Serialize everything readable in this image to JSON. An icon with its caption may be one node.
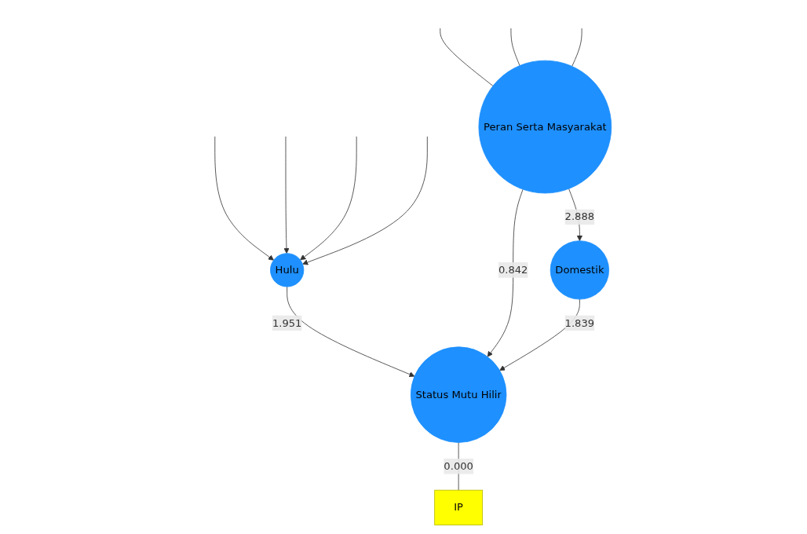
{
  "diagram": {
    "nodes": [
      {
        "text": [
          "Hulu"
        ]
      },
      {
        "text": [
          "Status Mutu Hilir"
        ]
      },
      {
        "text": [
          "Peran Serta Masyarakat"
        ]
      },
      {
        "text": [
          "IP"
        ]
      },
      {
        "text": [
          "Domestik"
        ]
      }
    ],
    "edges": [
      {
        "from": null,
        "to": 0,
        "arrow": "to"
      },
      {
        "from": null,
        "to": 0,
        "arrow": "to"
      },
      {
        "from": null,
        "to": 0,
        "arrow": "to"
      },
      {
        "from": null,
        "to": 0,
        "arrow": "to"
      },
      {
        "from": 0,
        "to": 1,
        "label": "1.951",
        "arrow": "to"
      },
      {
        "from": 2,
        "to": 1,
        "label": "0.842",
        "arrow": "to"
      },
      {
        "from": 4,
        "to": 1,
        "label": "1.839",
        "arrow": "to"
      },
      {
        "from": 1,
        "to": 3,
        "label": "0.000",
        "arrow": "none"
      },
      {
        "from": 2,
        "to": 4,
        "label": "2.888",
        "arrow": "to"
      },
      {
        "from": null,
        "to": 2,
        "arrow": "none"
      },
      {
        "from": null,
        "to": 2,
        "arrow": "none"
      },
      {
        "from": null,
        "to": 2,
        "arrow": "none"
      }
    ]
  }
}
